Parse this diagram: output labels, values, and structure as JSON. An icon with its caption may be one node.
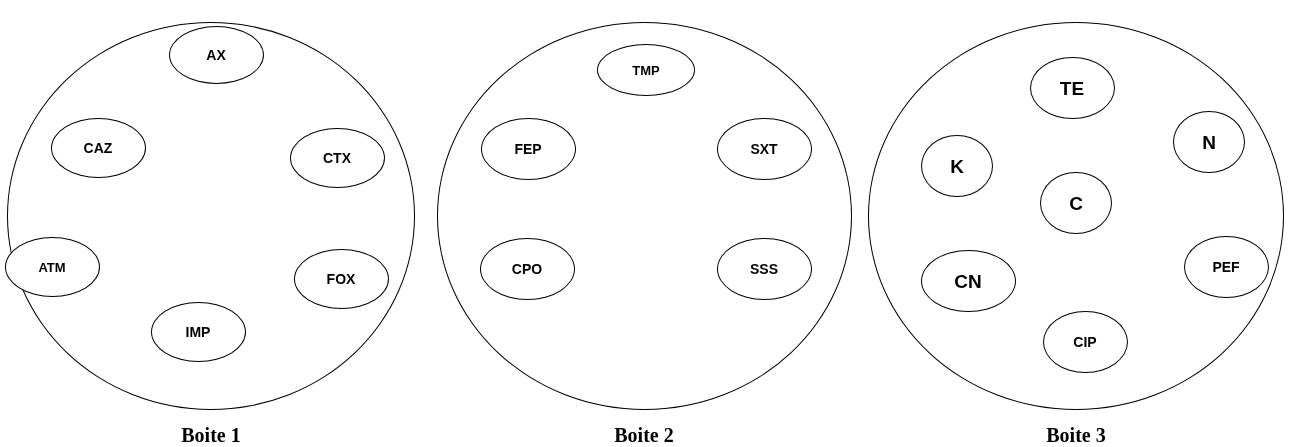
{
  "diagram": {
    "nodes": [
      {
        "text": [],
        "shape": "circle",
        "beside": [
          "Boite 1"
        ]
      },
      {
        "text": [
          "AX"
        ],
        "in": 0
      },
      {
        "text": [
          "CAZ"
        ],
        "in": 0
      },
      {
        "text": [
          "CTX"
        ],
        "in": 0
      },
      {
        "text": [
          "ATM"
        ],
        "in": 0
      },
      {
        "text": [
          "FOX"
        ],
        "in": 0
      },
      {
        "text": [
          "IMP"
        ],
        "in": 0
      },
      {
        "text": [],
        "shape": "circle",
        "beside": [
          "Boite 2"
        ]
      },
      {
        "text": [
          "TMP"
        ],
        "in": 7
      },
      {
        "text": [
          "FEP"
        ],
        "in": 7
      },
      {
        "text": [
          "SXT"
        ],
        "in": 7
      },
      {
        "text": [
          "CPO"
        ],
        "in": 7
      },
      {
        "text": [
          "SSS"
        ],
        "in": 7
      },
      {
        "text": [],
        "shape": "circle",
        "beside": [
          "Boite 3"
        ]
      },
      {
        "text": [
          "TE"
        ],
        "in": 13
      },
      {
        "text": [
          "N"
        ],
        "in": 13
      },
      {
        "text": [
          "K"
        ],
        "in": 13
      },
      {
        "text": [
          "C"
        ],
        "in": 13
      },
      {
        "text": [
          "CN"
        ],
        "in": 13
      },
      {
        "text": [
          "PEF"
        ],
        "in": 13
      },
      {
        "text": [
          "CIP"
        ],
        "in": 13
      }
    ]
  }
}
